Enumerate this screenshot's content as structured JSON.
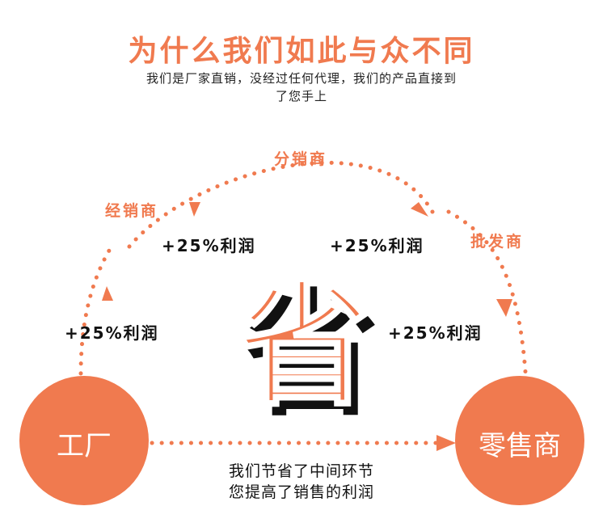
{
  "header": {
    "title": "为什么我们如此与众不同",
    "subtitle_line1": "我们是厂家直销，没经过任何代理，我们的产品直接到",
    "subtitle_line2": "了您手上"
  },
  "nodes": {
    "factory": "工厂",
    "retailer": "零售商",
    "distributor": "经销商",
    "sub_distributor": "分销商",
    "wholesaler": "批发商"
  },
  "profits": {
    "left": "+25%利润",
    "upper_left": "+25%利润",
    "upper_right": "+25%利润",
    "right": "+25%利润"
  },
  "center": {
    "character": "省"
  },
  "bottom": {
    "line1": "我们节省了中间环节",
    "line2": "您提高了销售的利润"
  },
  "colors": {
    "accent": "#f07a4f",
    "text": "#111111"
  },
  "icons": {
    "arrow": "triangle-arrowhead"
  }
}
